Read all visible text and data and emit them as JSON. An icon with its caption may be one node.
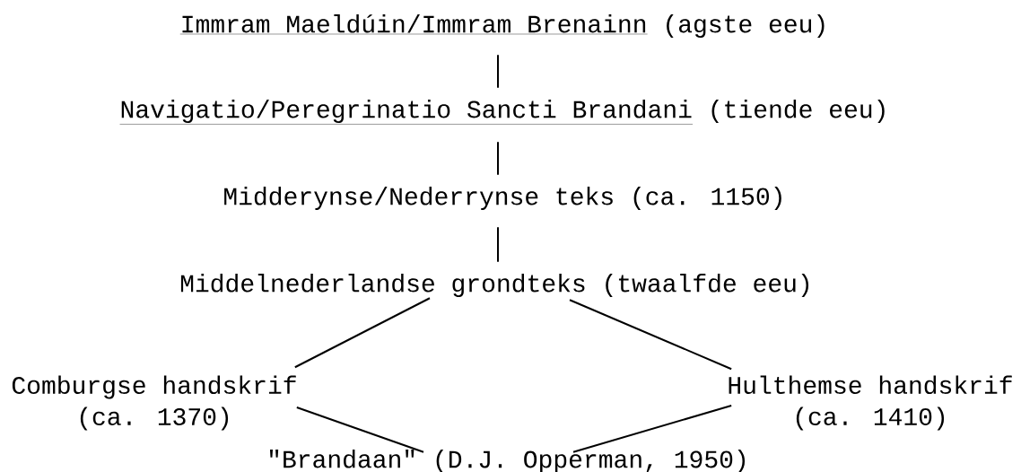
{
  "diagram": {
    "nodes": [
      {
        "text": [
          "Immram Maeldúin/Immram Brenainn",
          "(agste eeu)"
        ]
      },
      {
        "text": [
          "Navigatio/Peregrinatio Sancti Brandani",
          "(tiende eeu)"
        ]
      },
      {
        "text": [
          "Midderynse/Nederrynse teks (ca. 1150)"
        ]
      },
      {
        "text": [
          "Middelnederlandse grondteks (twaalfde eeu)"
        ]
      },
      {
        "text": [
          "Comburgse handskrif",
          "(ca. 1370)"
        ]
      },
      {
        "text": [
          "Hulthemse handskrif",
          "(ca. 1410)"
        ]
      },
      {
        "text": [
          "\"Brandaan\" (D.J. Opperman, 1950)"
        ]
      }
    ],
    "edges": [
      {
        "from": 0,
        "to": 1,
        "arrow": "none"
      },
      {
        "from": 1,
        "to": 2,
        "arrow": "none"
      },
      {
        "from": 2,
        "to": 3,
        "arrow": "none"
      },
      {
        "from": 3,
        "to": 4,
        "arrow": "none"
      },
      {
        "from": 3,
        "to": 5,
        "arrow": "none"
      },
      {
        "from": 4,
        "to": 6,
        "arrow": "none"
      },
      {
        "from": 5,
        "to": 6,
        "arrow": "none"
      }
    ]
  }
}
